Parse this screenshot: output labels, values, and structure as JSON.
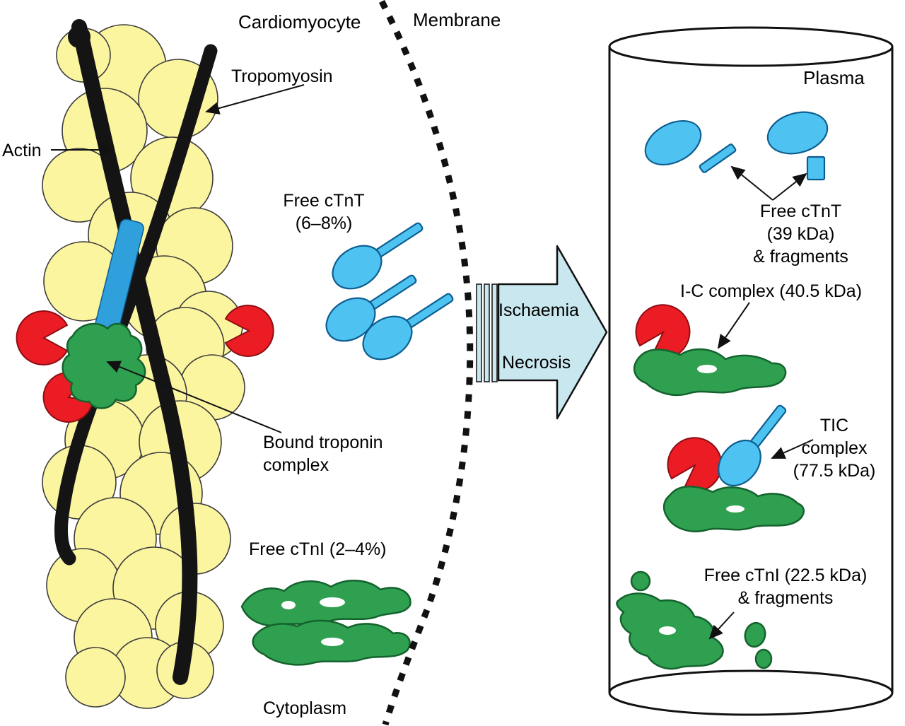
{
  "colors": {
    "actin_yellow": "#FBF5A0",
    "ctnt_blue": "#4EC3F2",
    "bound_ctnt_blue": "#2FA0DC",
    "ctni_green": "#2FA04F",
    "ctnc_red": "#EC1C24",
    "arrow_fill": "#C9E7EF"
  },
  "cell": {
    "cardiomyocyte": "Cardiomyocyte",
    "membrane": "Membrane",
    "cytoplasm": "Cytoplasm",
    "tropomyosin": "Tropomyosin",
    "actin": "Actin",
    "free_ctnt": {
      "line1": "Free cTnT",
      "line2": "(6–8%)"
    },
    "bound_troponin": {
      "line1": "Bound troponin",
      "line2": "complex"
    },
    "free_ctni": "Free cTnI (2–4%)"
  },
  "process": {
    "line1": "Ischaemia",
    "line2": "Necrosis"
  },
  "plasma": {
    "title": "Plasma",
    "free_ctnt": {
      "line1": "Free cTnT",
      "line2": "(39 kDa)",
      "line3": "& fragments"
    },
    "ic_complex": "I-C complex (40.5 kDa)",
    "tic_complex": {
      "line1": "TIC",
      "line2": "complex",
      "line3": "(77.5 kDa)"
    },
    "free_ctni": {
      "line1": "Free cTnI (22.5 kDa)",
      "line2": "& fragments"
    }
  }
}
